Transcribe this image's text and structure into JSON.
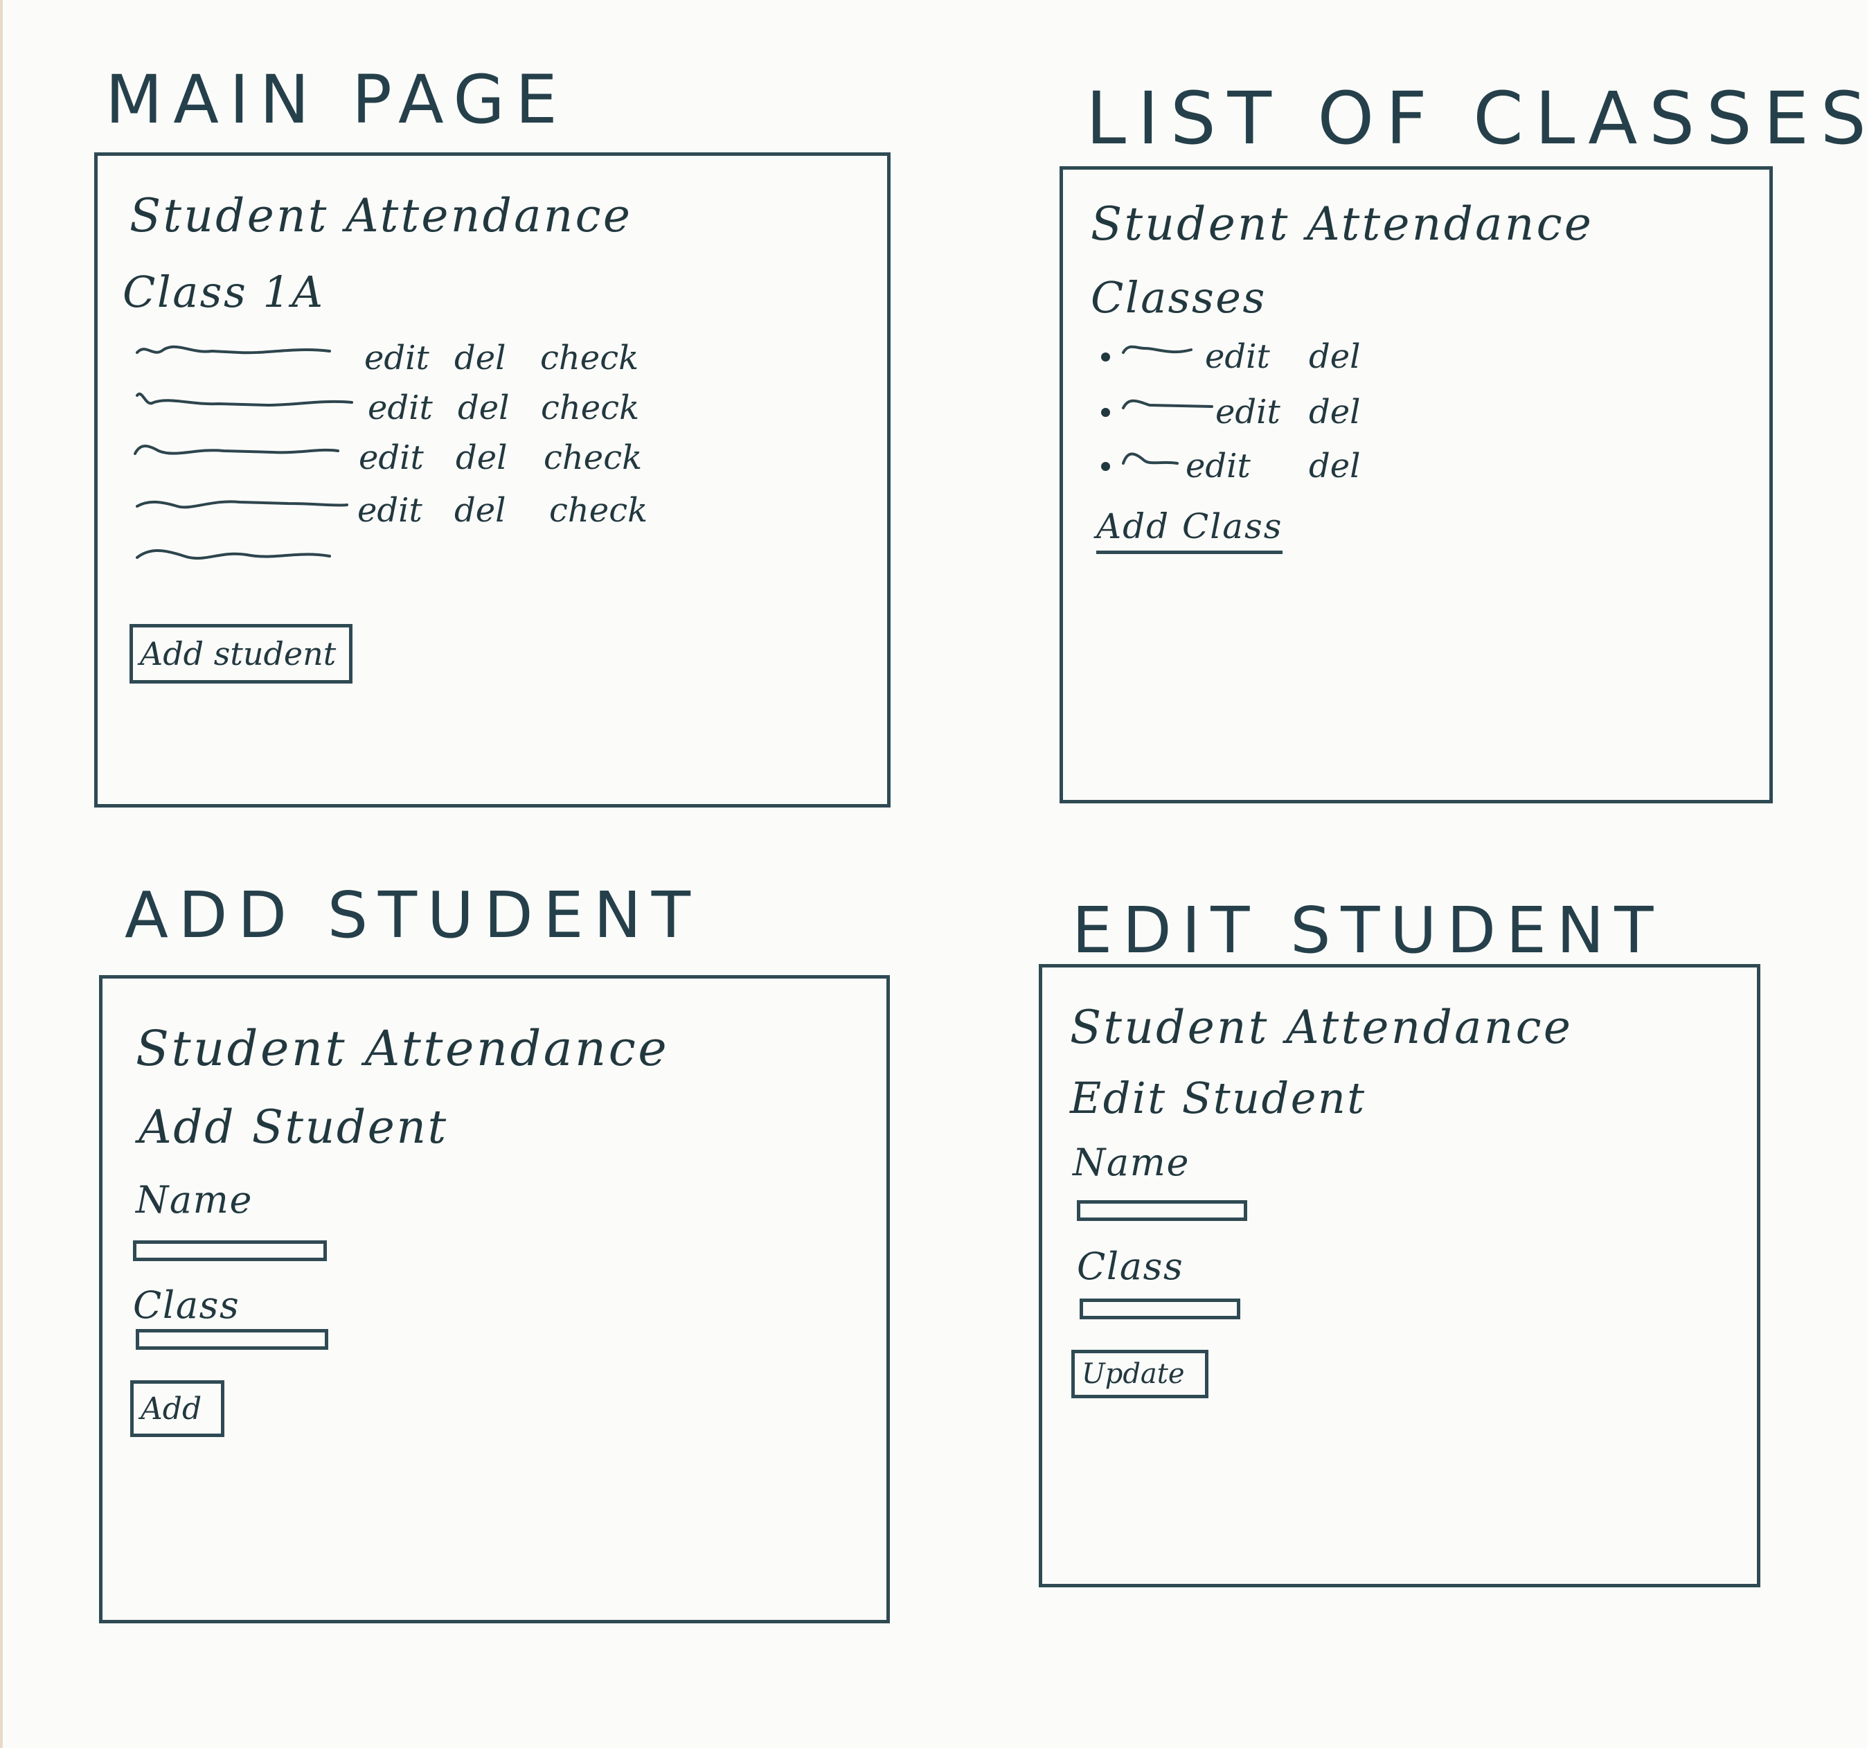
{
  "colors": {
    "ink": "#22383f",
    "paper": "#fbfbf9"
  },
  "screens": {
    "main_page": {
      "label": "MAIN PAGE",
      "app_title": "Student Attendance",
      "class_heading": "Class 1A",
      "rows": [
        {
          "edit": "edit",
          "del": "del",
          "check": "check"
        },
        {
          "edit": "edit",
          "del": "del",
          "check": "check"
        },
        {
          "edit": "edit",
          "del": "del",
          "check": "check"
        },
        {
          "edit": "edit",
          "del": "del",
          "check": "check"
        }
      ],
      "add_button": "Add student"
    },
    "list_of_classes": {
      "label": "LIST OF CLASSES",
      "app_title": "Student Attendance",
      "heading": "Classes",
      "rows": [
        {
          "edit": "edit",
          "del": "del"
        },
        {
          "edit": "edit",
          "del": "del"
        },
        {
          "edit": "edit",
          "del": "del"
        }
      ],
      "add_link": "Add Class"
    },
    "add_student": {
      "label": "ADD STUDENT",
      "app_title": "Student Attendance",
      "heading": "Add Student",
      "name_label": "Name",
      "class_label": "Class",
      "submit_button": "Add"
    },
    "edit_student": {
      "label": "EDIT STUDENT",
      "app_title": "Student Attendance",
      "heading": "Edit Student",
      "name_label": "Name",
      "class_label": "Class",
      "submit_button": "Update"
    }
  }
}
